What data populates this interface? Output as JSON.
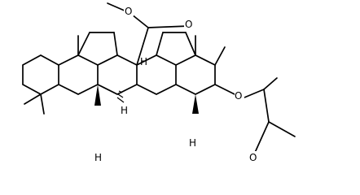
{
  "molecule": {
    "atoms": {
      "ester_carbonyl_oxygen": "O",
      "ester_ether_oxygen": "O",
      "acetate_ether_oxygen": "O",
      "acetate_carbonyl_oxygen": "O",
      "h_c17": "H",
      "h_c9": "H",
      "h_c5": "H",
      "h_c18": "H"
    }
  }
}
